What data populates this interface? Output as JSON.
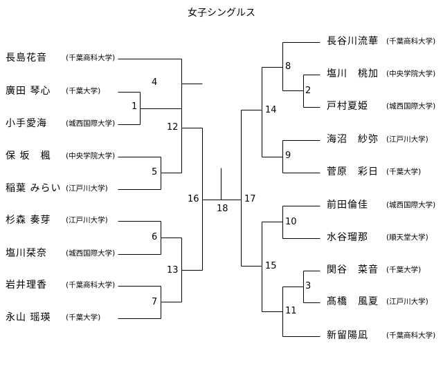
{
  "title": "女子シングルス",
  "left_players": [
    {
      "name": "長島花音",
      "team": "(千葉商科大学)"
    },
    {
      "name": "廣田 琴心",
      "team": "(千葉大学)"
    },
    {
      "name": "小手愛海",
      "team": "(城西国際大学)"
    },
    {
      "name": "保 坂　楓",
      "team": "(中央学院大学)"
    },
    {
      "name": "稲葉 みらい",
      "team": "(江戸川大学)"
    },
    {
      "name": "杉森 奏芽",
      "team": "(江戸川大学)"
    },
    {
      "name": "塩川栞奈",
      "team": "(城西国際大学)"
    },
    {
      "name": "岩井理香",
      "team": "(千葉商科大学)"
    },
    {
      "name": "永山 瑶瑛",
      "team": "(千葉大学)"
    }
  ],
  "right_players": [
    {
      "name": "長谷川流華",
      "team": "(千葉商科大学)"
    },
    {
      "name": "塩川　桃加",
      "team": "(中央学院大学)"
    },
    {
      "name": "戸村夏姫",
      "team": "(城西国際大学)"
    },
    {
      "name": "海沼　紗弥",
      "team": "(江戸川大学)"
    },
    {
      "name": "菅原　彩日",
      "team": "(千葉大学)"
    },
    {
      "name": "前田倫佳",
      "team": "(城西国際大学)"
    },
    {
      "name": "水谷瑠那",
      "team": "(順天堂大学)"
    },
    {
      "name": "関谷　菜音",
      "team": "(千葉大学)"
    },
    {
      "name": "髙橋　風夏",
      "team": "(江戸川大学)"
    },
    {
      "name": "新留陽凪",
      "team": "(千葉商科大学)"
    }
  ],
  "match_numbers": [
    "1",
    "2",
    "3",
    "4",
    "5",
    "6",
    "7",
    "8",
    "9",
    "10",
    "11",
    "12",
    "13",
    "14",
    "15",
    "16",
    "17",
    "18"
  ]
}
